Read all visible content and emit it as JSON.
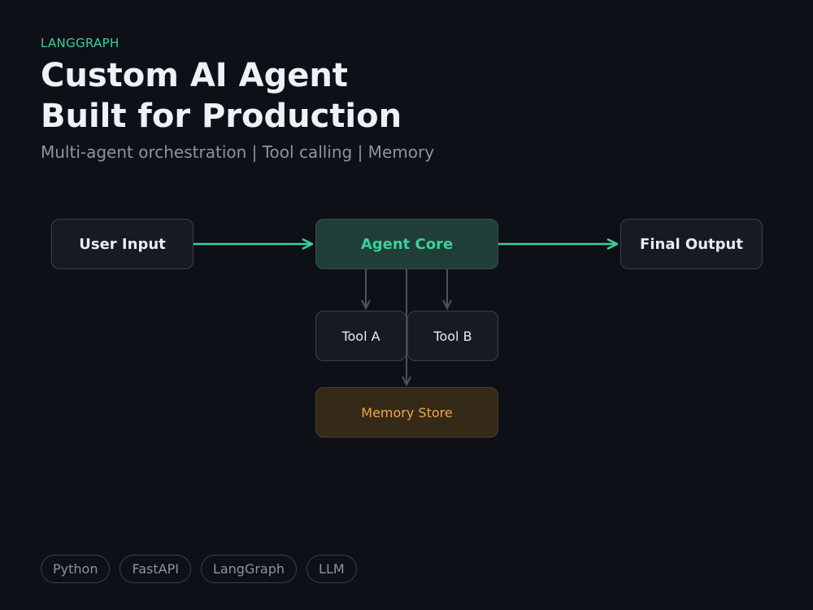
{
  "header": {
    "eyebrow": "LANGGRAPH",
    "title_line1": "Custom AI Agent",
    "title_line2": "Built for Production",
    "subtitle": "Multi-agent orchestration | Tool calling | Memory"
  },
  "diagram": {
    "nodes": {
      "user_input": "User Input",
      "agent_core": "Agent Core",
      "final_output": "Final Output",
      "tool_a": "Tool A",
      "tool_b": "Tool B",
      "memory_store": "Memory Store"
    },
    "colors": {
      "accent": "#3ccf9b",
      "memory": "#f0a645",
      "connector": "#4a5260"
    }
  },
  "tags": [
    "Python",
    "FastAPI",
    "LangGraph",
    "LLM"
  ]
}
